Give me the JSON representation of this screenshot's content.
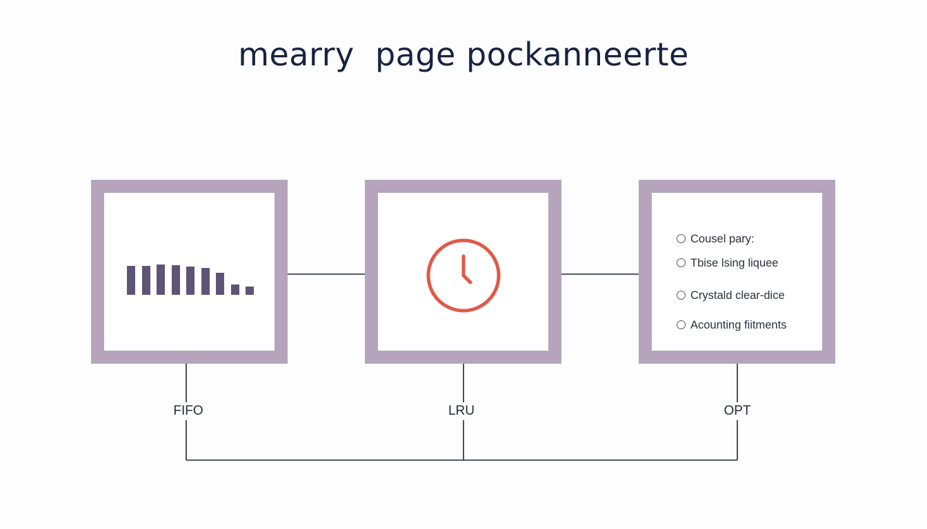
{
  "title": "mearry  page pockanneerte",
  "algorithms": [
    {
      "label": "FIFO",
      "icon": "bar-chart-icon"
    },
    {
      "label": "LRU",
      "icon": "clock-icon"
    },
    {
      "label": "OPT",
      "icon": "radio-list-icon"
    }
  ],
  "fifo_bars": [
    0.95,
    0.95,
    1.0,
    0.98,
    0.93,
    0.88,
    0.72,
    0.33,
    0.28
  ],
  "opt_options": [
    "Cousel pary:",
    "Tbise lsing liquee",
    "Crystald clear-dice",
    "Acounting fiitments"
  ],
  "colors": {
    "title": "#162340",
    "box_border": "#b6a4bc",
    "bar": "#5e5576",
    "clock": "#e05a48",
    "connector": "#1d2438"
  }
}
